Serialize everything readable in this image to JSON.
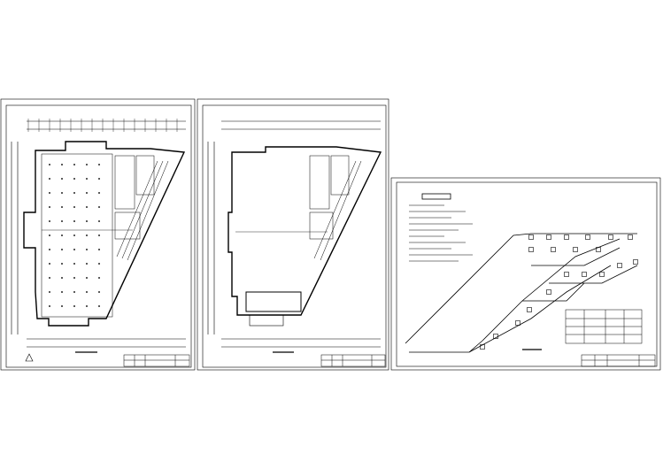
{
  "viewer": {
    "sheets": [
      {
        "id": "sheet-1",
        "content": "floor-plan-grid"
      },
      {
        "id": "sheet-2",
        "content": "floor-plan-open"
      },
      {
        "id": "sheet-3",
        "content": "isometric-piping-system"
      }
    ]
  },
  "colors": {
    "line": "#000000",
    "paper": "#ffffff"
  }
}
